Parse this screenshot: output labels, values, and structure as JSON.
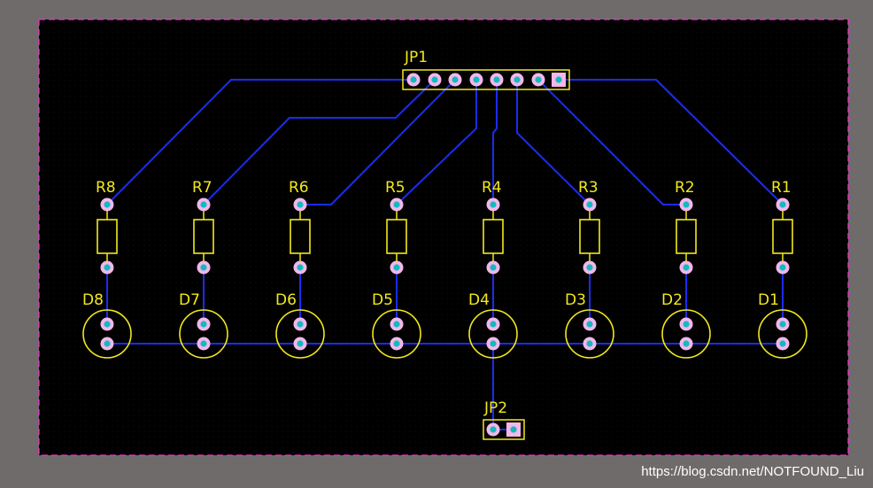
{
  "colors": {
    "background": "#6e6b6a",
    "board": "#000000",
    "outline": "#ff2bd6",
    "trace": "#1b2cf0",
    "silkscreen": "#f2e81e",
    "pad": "#f3b7ea",
    "drill": "#14b9c0"
  },
  "connectors": {
    "jp1": {
      "label": "JP1",
      "pins": 8
    },
    "jp2": {
      "label": "JP2",
      "pins": 2
    }
  },
  "resistors": [
    "R8",
    "R7",
    "R6",
    "R5",
    "R4",
    "R3",
    "R2",
    "R1"
  ],
  "leds": [
    "D8",
    "D7",
    "D6",
    "D5",
    "D4",
    "D3",
    "D2",
    "D1"
  ],
  "watermark": "https://blog.csdn.net/NOTFOUND_Liu"
}
